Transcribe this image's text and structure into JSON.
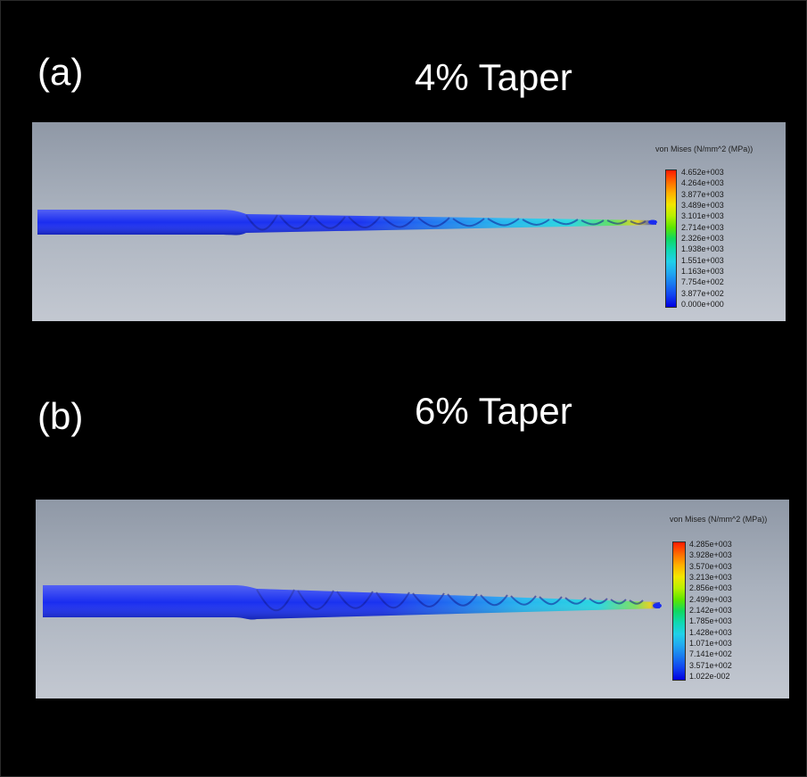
{
  "panels": [
    {
      "label": "(a)",
      "title": "4% Taper",
      "legend": {
        "title": "von Mises (N/mm^2 (MPa))",
        "ticks": [
          "4.652e+003",
          "4.264e+003",
          "3.877e+003",
          "3.489e+003",
          "3.101e+003",
          "2.714e+003",
          "2.326e+003",
          "1.938e+003",
          "1.551e+003",
          "1.163e+003",
          "7.754e+002",
          "3.877e+002",
          "0.000e+000"
        ]
      }
    },
    {
      "label": "(b)",
      "title": "6% Taper",
      "legend": {
        "title": "von Mises (N/mm^2 (MPa))",
        "ticks": [
          "4.285e+003",
          "3.928e+003",
          "3.570e+003",
          "3.213e+003",
          "2.856e+003",
          "2.499e+003",
          "2.142e+003",
          "1.785e+003",
          "1.428e+003",
          "1.071e+003",
          "7.141e+002",
          "3.571e+002",
          "1.022e-002"
        ]
      }
    }
  ],
  "colors": {
    "background": "#000000",
    "file_base": "#1a2cf0",
    "colormap": [
      "#ff1a00",
      "#ff6a00",
      "#ffb000",
      "#f2e600",
      "#b8f000",
      "#5ee600",
      "#10d860",
      "#10d8b0",
      "#20d0e8",
      "#20a8f0",
      "#1878f0",
      "#1040f0",
      "#0000e0"
    ]
  }
}
